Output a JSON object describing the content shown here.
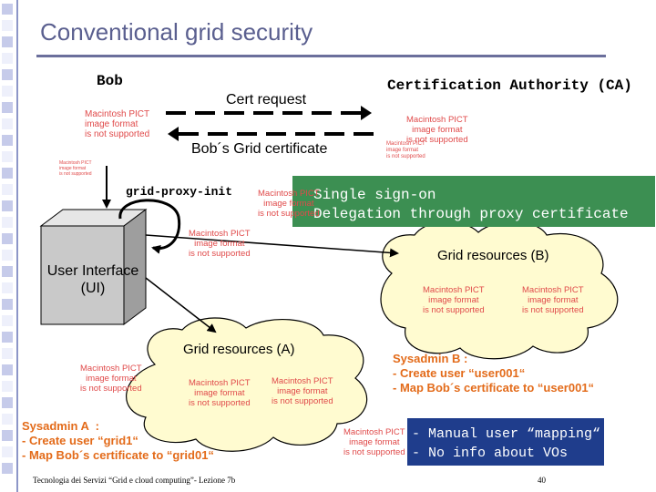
{
  "title": "Conventional grid security",
  "bob_label": "Bob",
  "ca_label": "Certification Authority (CA)",
  "cert_request_label": "Cert request",
  "bob_cert_label": "Bob´s Grid certificate",
  "proxy_init_label": "grid-proxy-init",
  "green_box": {
    "line1": "Single sign-on",
    "line2": "Delegation through proxy certificate"
  },
  "ui_label": {
    "line1": "User Interface",
    "line2": "(UI)"
  },
  "grid_resources_b": "Grid resources (B)",
  "grid_resources_a": "Grid resources (A)",
  "pict_placeholder": {
    "line1": "Macintosh PICT",
    "line2": "image format",
    "line3": "is not supported"
  },
  "sysadmin_b": {
    "line1": "Sysadmin B :",
    "line2": "- Create user “user001“",
    "line3": "- Map Bob´s certificate to “user001“"
  },
  "sysadmin_a": {
    "line1": "Sysadmin A  :",
    "line2": "- Create user “grid1“",
    "line3": "- Map Bob´s certificate to “grid01“"
  },
  "blue_box": {
    "line1": "- Manual user “mapping“",
    "line2": "- No info about VOs"
  },
  "footer": "Tecnologia dei Servizi “Grid e cloud computing”- Lezione 7b",
  "page_number": "40",
  "colors": {
    "title": "#5a5f8f",
    "green_box": "#3c8f52",
    "blue_box": "#1f3d8c",
    "sysadmin_text": "#e36b1a",
    "cloud_fill": "#fffbd0",
    "cube_front": "#c9c9c9"
  }
}
